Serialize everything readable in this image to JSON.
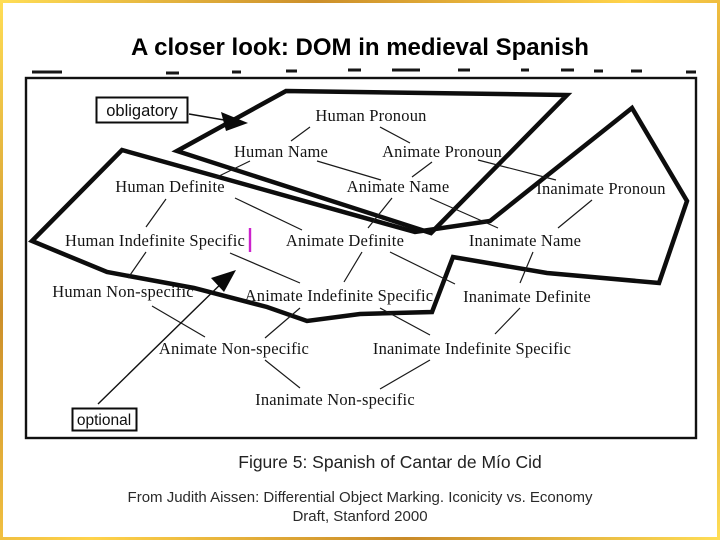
{
  "slide": {
    "title": "A closer look: DOM in medieval Spanish",
    "caption": "Figure 5: Spanish of Cantar de Mío Cid",
    "attribution_line1": "From Judith Aissen: Differential Object Marking. Iconicity vs. Economy",
    "attribution_line2": "Draft, Stanford 2000",
    "border_accent_color": "#d79a30"
  },
  "figure": {
    "region_labels": {
      "obligatory": "obligatory",
      "optional": "optional"
    },
    "cursor_color": "#cc22cc",
    "nodes": [
      {
        "label": "Human Pronoun"
      },
      {
        "label": "Human Name"
      },
      {
        "label": "Animate Pronoun"
      },
      {
        "label": "Human Definite"
      },
      {
        "label": "Animate Name"
      },
      {
        "label": "Inanimate Pronoun"
      },
      {
        "label": "Human Indefinite Specific"
      },
      {
        "label": "Animate Definite"
      },
      {
        "label": "Inanimate Name"
      },
      {
        "label": "Human Non-specific"
      },
      {
        "label": "Animate Indefinite Specific"
      },
      {
        "label": "Inanimate Definite"
      },
      {
        "label": "Animate Non-specific"
      },
      {
        "label": "Inanimate Indefinite Specific"
      },
      {
        "label": "Inanimate Non-specific"
      }
    ]
  }
}
